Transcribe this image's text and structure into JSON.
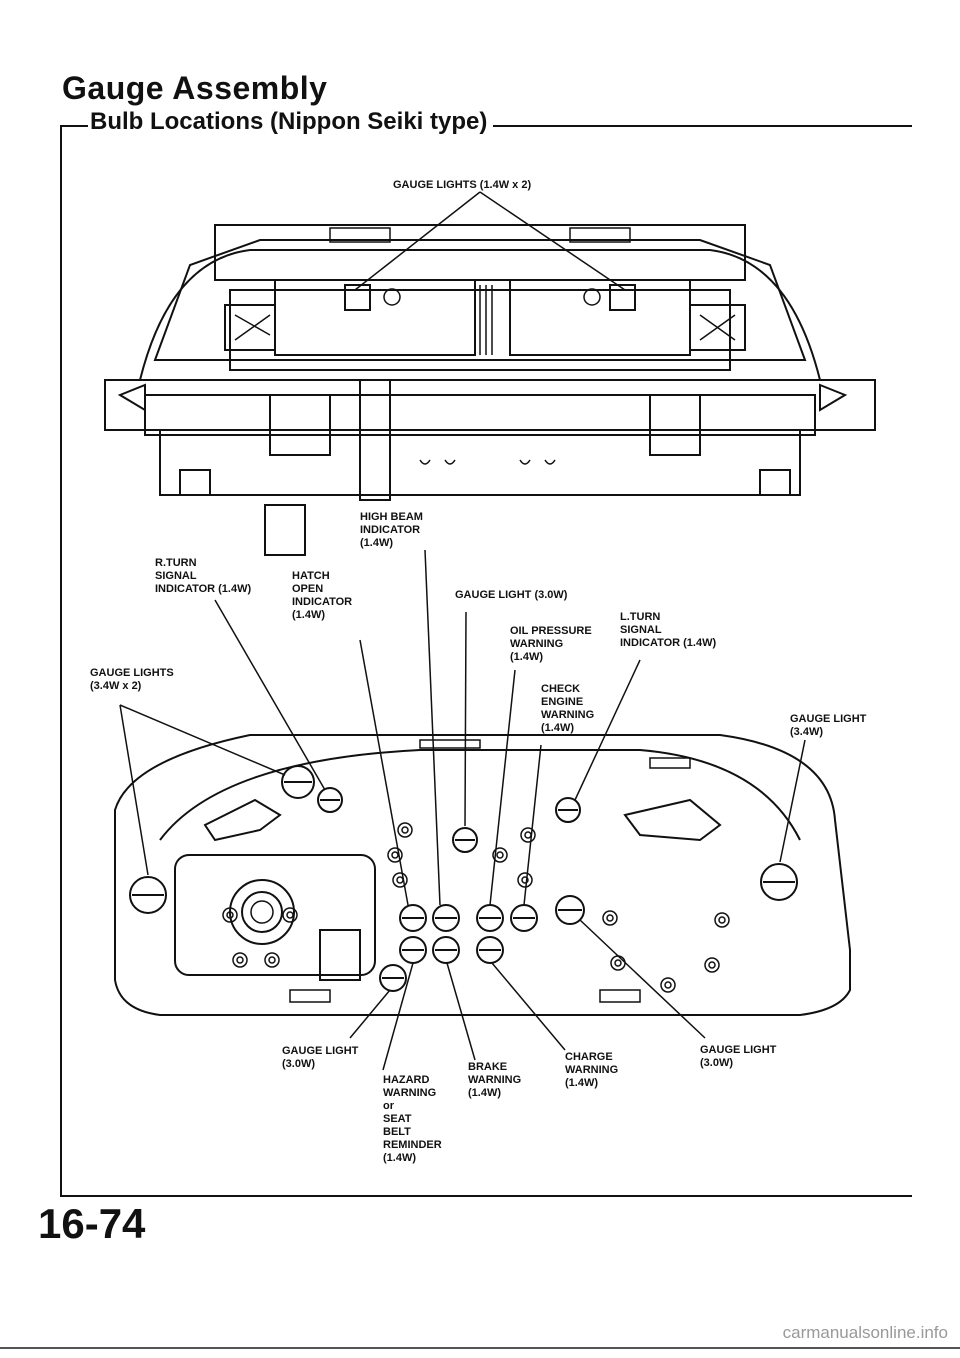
{
  "header": {
    "title": "Gauge Assembly",
    "section": "Bulb Locations (Nippon Seiki type)"
  },
  "labels": {
    "gauge_lights_top": "GAUGE LIGHTS (1.4W x 2)",
    "high_beam": [
      "HIGH BEAM",
      "INDICATOR",
      "(1.4W)"
    ],
    "r_turn": [
      "R.TURN",
      "SIGNAL",
      "INDICATOR (1.4W)"
    ],
    "hatch_open": [
      "HATCH",
      "OPEN",
      "INDICATOR",
      "(1.4W)"
    ],
    "gauge_light_center": "GAUGE LIGHT (3.0W)",
    "l_turn": [
      "L.TURN",
      "SIGNAL",
      "INDICATOR (1.4W)"
    ],
    "oil_pressure": [
      "OIL PRESSURE",
      "WARNING",
      "(1.4W)"
    ],
    "gauge_lights_left": [
      "GAUGE LIGHTS",
      "(3.4W x 2)"
    ],
    "check_engine": [
      "CHECK",
      "ENGINE",
      "WARNING",
      "(1.4W)"
    ],
    "gauge_light_right": [
      "GAUGE LIGHT",
      "(3.4W)"
    ],
    "gauge_light_bottom_left": [
      "GAUGE LIGHT",
      "(3.0W)"
    ],
    "hazard": [
      "HAZARD",
      "WARNING",
      "or",
      "SEAT",
      "BELT",
      "REMINDER",
      "(1.4W)"
    ],
    "brake": [
      "BRAKE",
      "WARNING",
      "(1.4W)"
    ],
    "charge": [
      "CHARGE",
      "WARNING",
      "(1.4W)"
    ],
    "gauge_light_bottom_right": [
      "GAUGE LIGHT",
      "(3.0W)"
    ]
  },
  "page_number": "16-74",
  "footer": "carmanualsonline.info"
}
